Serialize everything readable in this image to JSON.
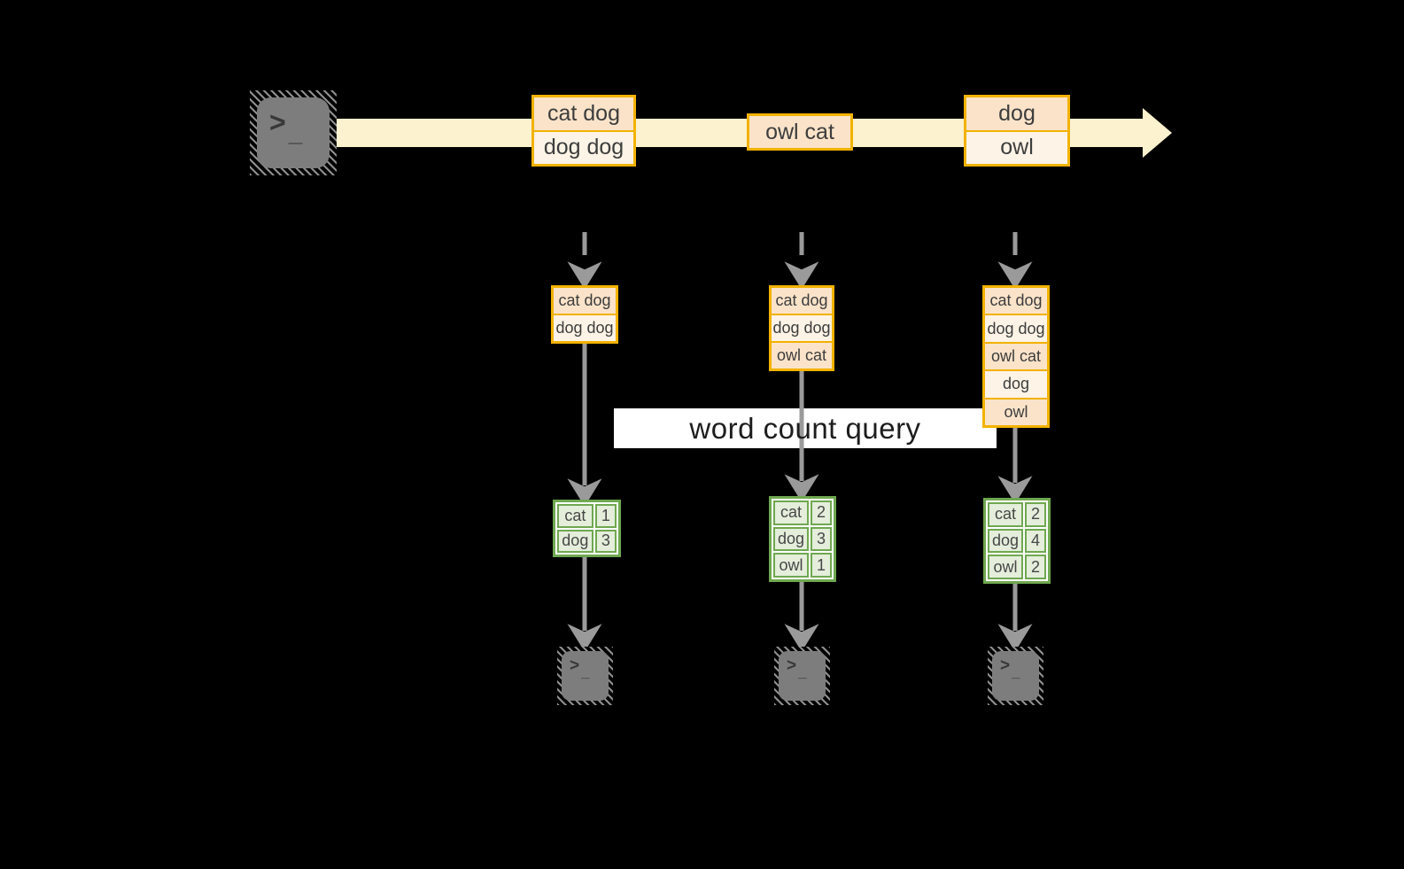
{
  "query_label": "word count query",
  "icons": {
    "terminal_prompt": ">",
    "terminal_cursor": "_"
  },
  "stream": {
    "batches": [
      {
        "lines": [
          "cat dog",
          "dog dog"
        ]
      },
      {
        "lines": [
          "owl cat"
        ]
      },
      {
        "lines": [
          "dog",
          "owl"
        ]
      }
    ]
  },
  "states": [
    {
      "lines": [
        "cat dog",
        "dog dog"
      ]
    },
    {
      "lines": [
        "cat dog",
        "dog dog",
        "owl cat"
      ]
    },
    {
      "lines": [
        "cat dog",
        "dog dog",
        "owl cat",
        "dog",
        "owl"
      ]
    }
  ],
  "counts": [
    {
      "rows": [
        [
          "cat",
          "1"
        ],
        [
          "dog",
          "3"
        ]
      ]
    },
    {
      "rows": [
        [
          "cat",
          "2"
        ],
        [
          "dog",
          "3"
        ],
        [
          "owl",
          "1"
        ]
      ]
    },
    {
      "rows": [
        [
          "cat",
          "2"
        ],
        [
          "dog",
          "4"
        ],
        [
          "owl",
          "2"
        ]
      ]
    }
  ],
  "colors": {
    "background": "#000000",
    "stream_band": "#fcf2cf",
    "orange_border": "#f2b200",
    "record_peach": "#fae3c9",
    "record_cream": "#fdf3e6",
    "green_border": "#6fa850",
    "green_fill": "#e4eedb",
    "arrow_gray": "#9a9a9a",
    "terminal_gray": "#7d7d7d",
    "label_bg": "#ffffff"
  }
}
